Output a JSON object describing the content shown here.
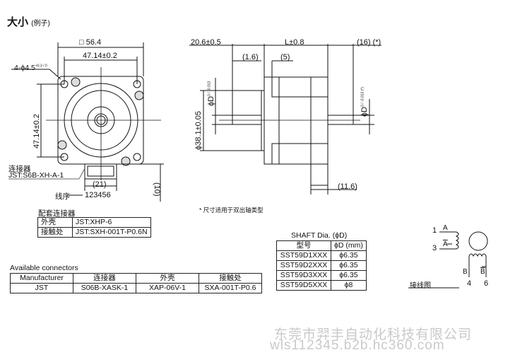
{
  "title": "大小",
  "title_note": "(例子)",
  "front": {
    "square": "□ 56.4",
    "pitch_h": "47.14±0.2",
    "pitch_v": "47.14±0.2",
    "holes": "4-ϕ4.5",
    "holes_tol": "+0.3 / 0",
    "connector_label": "连接器",
    "connector_part": "JST:S6B-XH-A-1",
    "conn_width": "(21)",
    "conn_height": "(10)",
    "wire_order_label": "线序",
    "wire_order": "123456"
  },
  "side": {
    "shaft_len": "20.6±0.5",
    "body_len": "L±0.8",
    "rear_shaft": "(16) (*)",
    "flange": "(1.6)",
    "step": "(5)",
    "pilot": "ϕ38.1±0.05",
    "shaft_dia": "ϕD",
    "shaft_tol": "0 / -0.013",
    "rear_dia": "ϕD",
    "rear_tol": "0 / -0.013 (*)",
    "rear_len": "(11.6)",
    "note": "* 尺寸适用于双出轴类型"
  },
  "mating": {
    "title": "配套连接器",
    "rows": [
      [
        "外壳",
        "JST:XHP-6"
      ],
      [
        "接触处",
        "JST:SXH-001T-P0.6N"
      ]
    ]
  },
  "available": {
    "title": "Available connectors",
    "headers": [
      "Manufacturer",
      "连接器",
      "外壳",
      "接触处"
    ],
    "rows": [
      [
        "JST",
        "S06B-XASK-1",
        "XAP-06V-1",
        "SXA-001T-P0.6"
      ]
    ]
  },
  "shaft": {
    "title": "SHAFT Dia. (ϕD)",
    "headers": [
      "型号",
      "ϕD (mm)"
    ],
    "rows": [
      [
        "SST59D1XXX",
        "ϕ6.35"
      ],
      [
        "SST59D2XXX",
        "ϕ6.35"
      ],
      [
        "SST59D3XXX",
        "ϕ6.35"
      ],
      [
        "SST59D5XXX",
        "ϕ8"
      ]
    ]
  },
  "wiring": {
    "title": "接线图",
    "p1": "1",
    "p3": "3",
    "p4": "4",
    "p6": "6",
    "A": "A",
    "Abar": "A",
    "B": "B",
    "Bbar": "B"
  },
  "watermark": {
    "company": "东莞市羿丰自动化科技有限公司",
    "url": "wls112345.b2b.hc360.com"
  }
}
